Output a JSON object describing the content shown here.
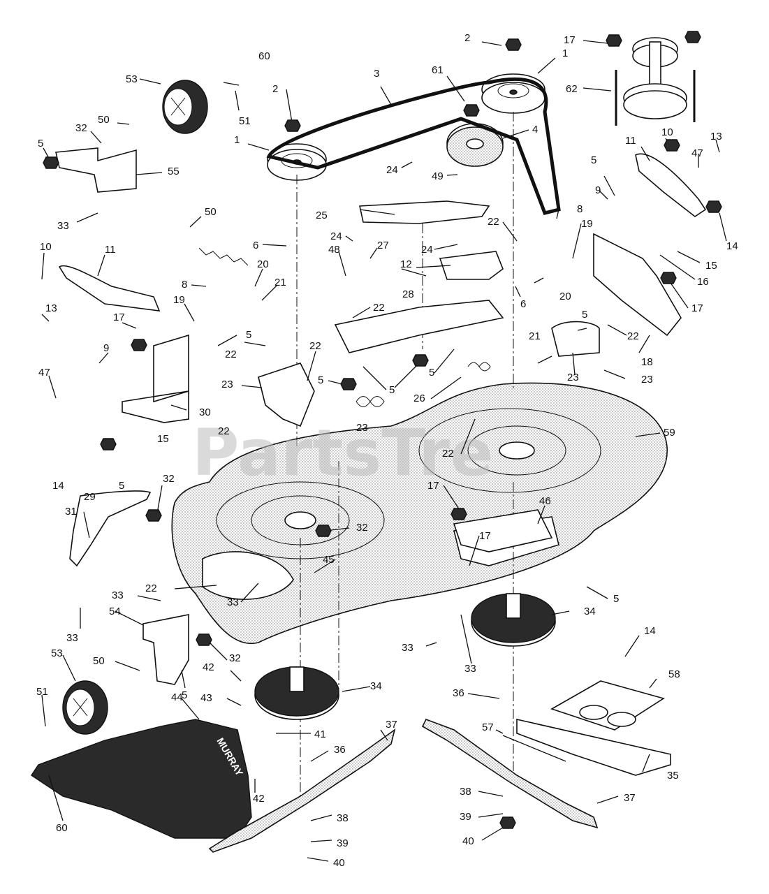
{
  "watermark": "PartsTre",
  "callouts": [
    "1",
    "2",
    "3",
    "4",
    "5",
    "6",
    "8",
    "9",
    "10",
    "11",
    "12",
    "13",
    "14",
    "15",
    "16",
    "17",
    "18",
    "19",
    "20",
    "21",
    "22",
    "23",
    "24",
    "25",
    "26",
    "27",
    "28",
    "29",
    "30",
    "31",
    "32",
    "33",
    "34",
    "35",
    "36",
    "37",
    "38",
    "39",
    "40",
    "41",
    "42",
    "43",
    "44",
    "45",
    "46",
    "47",
    "48",
    "49",
    "50",
    "51",
    "53",
    "54",
    "55",
    "57",
    "58",
    "59",
    "60",
    "61",
    "62"
  ]
}
